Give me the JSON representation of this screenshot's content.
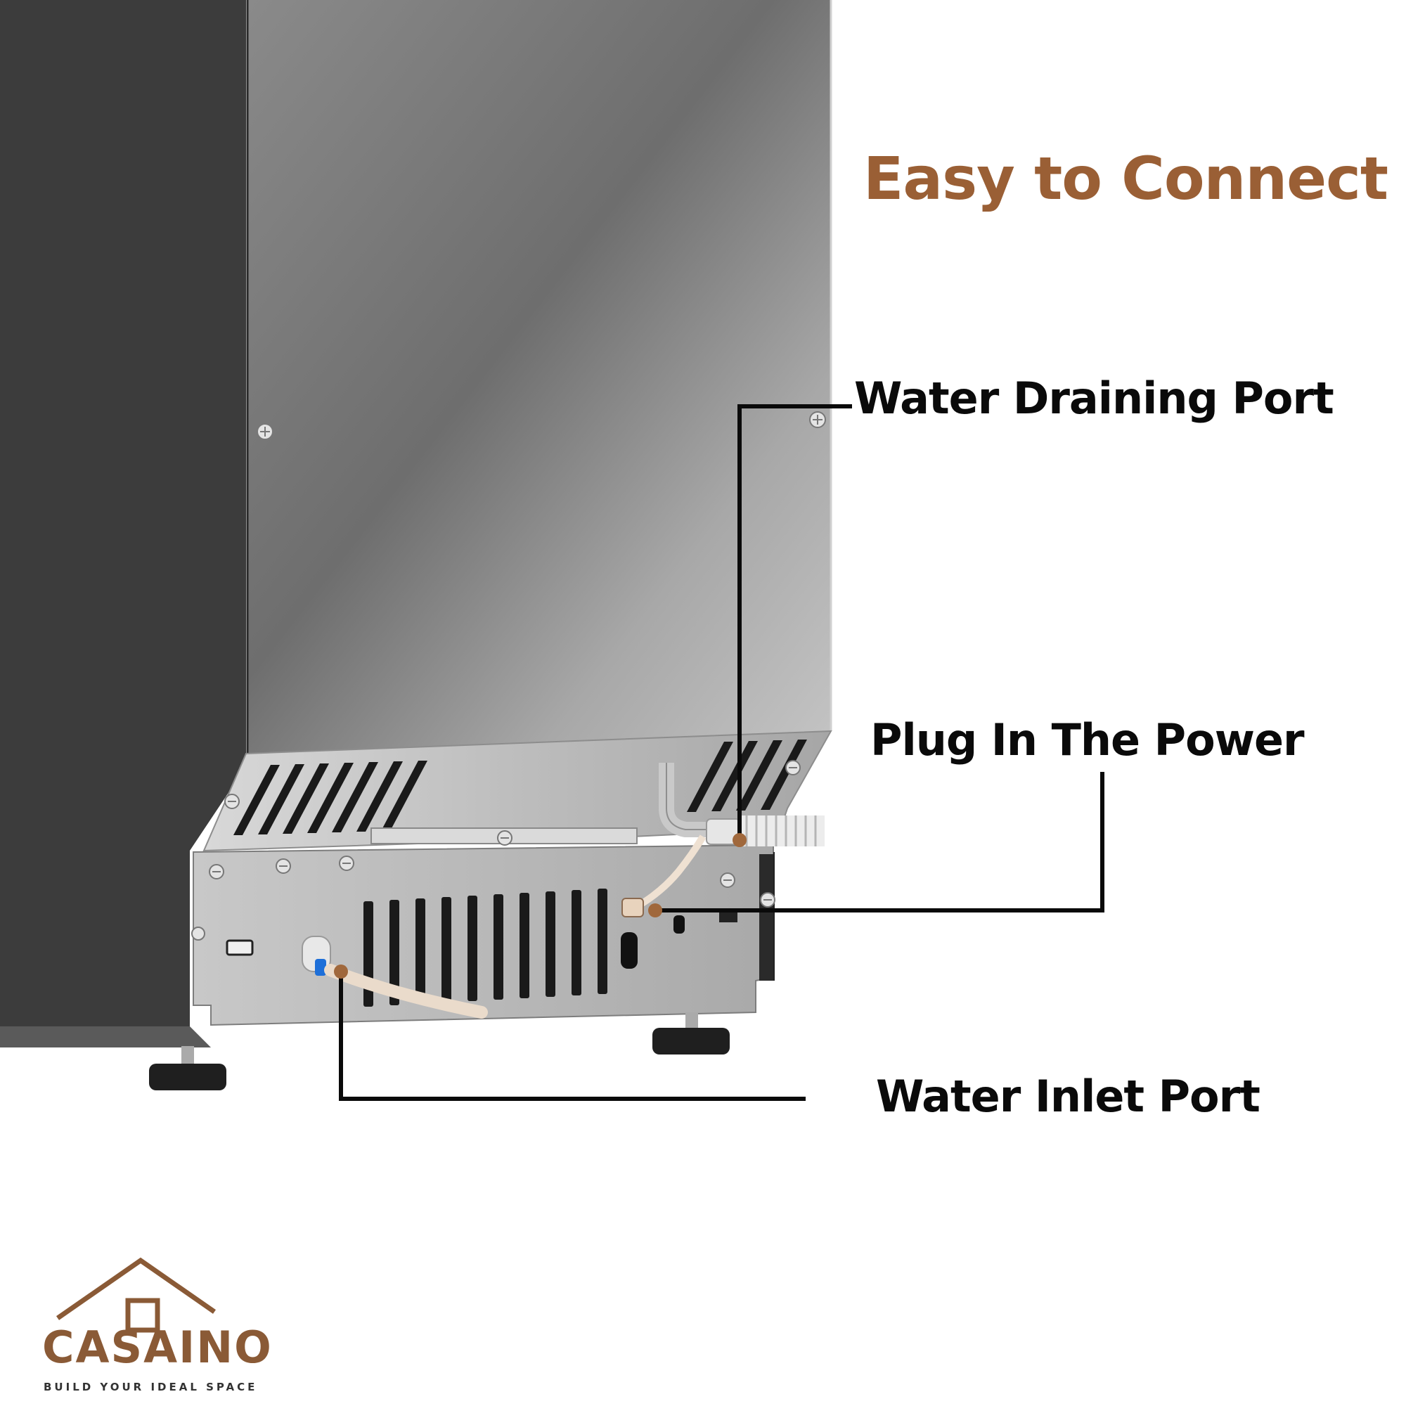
{
  "title": "Easy to Connect",
  "labels": {
    "drain": "Water Draining Port",
    "power": "Plug In The Power",
    "inlet": "Water Inlet Port"
  },
  "brand": {
    "name": "CASAINO",
    "tagline": "BUILD YOUR IDEAL SPACE"
  },
  "colors": {
    "accent": "#9a5f35",
    "label_text": "#0a0a0a",
    "callout_line": "#0a0a0a",
    "callout_dot": "#a0683c",
    "cabinet_dark": "#3a3a3a",
    "steel": "#b8b8b8"
  }
}
